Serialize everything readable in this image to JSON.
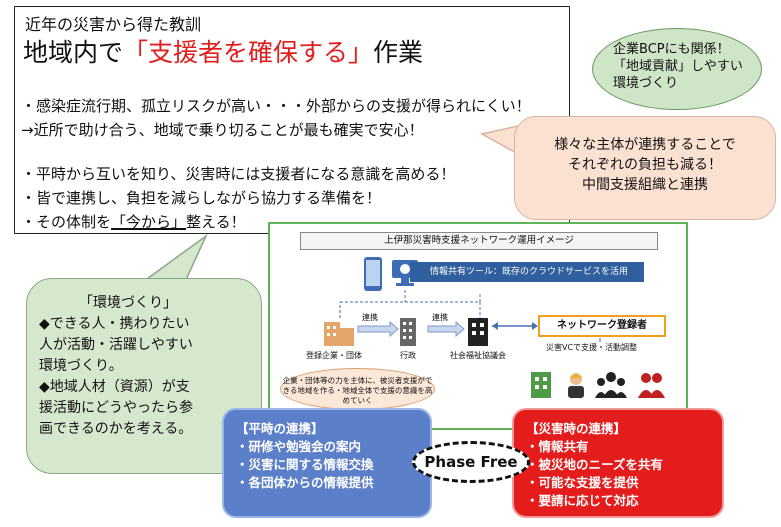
{
  "title_box": {
    "subtitle": "近年の災害から得た教訓",
    "headline_pre": "地域内で",
    "headline_red": "「支援者を確保する」",
    "headline_post": "作業",
    "line1": "・感染症流行期、孤立リスクが高い・・・外部からの支援が得られにくい！",
    "line2": "→近所で助け合う、地域で乗り切ることが最も確実で安心！",
    "line3": "・平時から互いを知り、災害時には支援者になる意識を高める！",
    "line4": "・皆で連携し、負担を減らしながら協力する準備を！",
    "line5_pre": "・その体制を",
    "line5_ul": "「今から」",
    "line5_post": "整える！"
  },
  "bcp_ellipse": {
    "line1": "企業BCPにも関係！",
    "line2": "「地域貢献」しやすい",
    "line3": "環境づくり"
  },
  "peach_callout": {
    "line1": "様々な主体が連携することで",
    "line2": "それぞれの負担も減る！",
    "line3": "中間支援組織と連携"
  },
  "diagram": {
    "title": "上伊那災害時支援ネットワーク運用イメージ",
    "tool_bar": "情報共有ツール：既存のクラウドサービスを活用",
    "link1": "連携",
    "link2": "連携",
    "company_label": "登録企業・団体",
    "gov_label": "行政",
    "council_label": "社会福祉協議会",
    "registrant": "ネットワーク登録者",
    "support_label": "災害VCで支援・活動調整",
    "note": "企業・団体等の力を主体に、被災者支援ができる地域を作る・地域全体で支援の意識を高めていく"
  },
  "env_bubble": {
    "line1": "「環境づくり」",
    "line2": "◆できる人・携わりたい",
    "line3": "人が活動・活躍しやすい",
    "line4": "環境づくり。",
    "line5": "◆地域人材（資源）が支",
    "line6": "援活動にどうやったら参",
    "line7": "画できるのかを考える。"
  },
  "normal_box": {
    "title": "【平時の連携】",
    "item1": "・研修や勉強会の案内",
    "item2": "・災害に関する情報交換",
    "item3": "・各団体からの情報提供"
  },
  "disaster_box": {
    "title": "【災害時の連携】",
    "item1": "・情報共有",
    "item2": "・被災地のニーズを共有",
    "item3": "・可能な支援を提供",
    "item4": "・要請に応じて対応"
  },
  "phase_free": "Phase Free",
  "colors": {
    "accent_red": "#e02020",
    "normal_blue": "#5b7fc9",
    "disaster_red": "#e51c1c",
    "green_border": "#5fb35a"
  }
}
